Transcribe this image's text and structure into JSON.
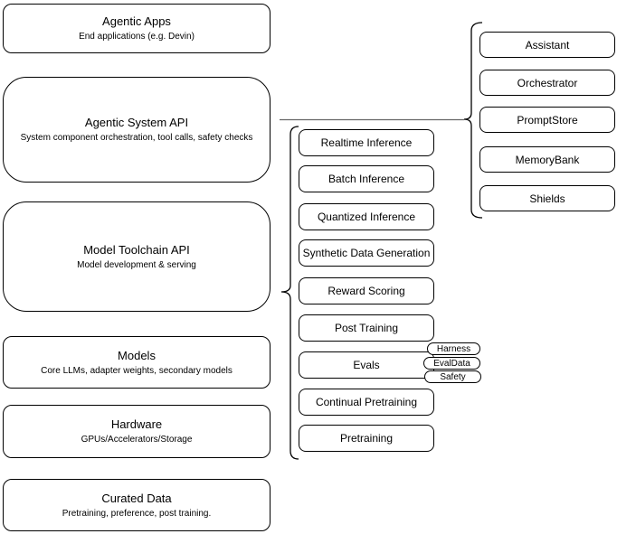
{
  "diagram": {
    "left_column": [
      {
        "title": "Agentic Apps",
        "subtitle": "End applications (e.g. Devin)"
      },
      {
        "title": "Agentic System API",
        "subtitle": "System component orchestration, tool calls, safety checks"
      },
      {
        "title": "Model Toolchain API",
        "subtitle": "Model development & serving"
      },
      {
        "title": "Models",
        "subtitle": "Core LLMs, adapter weights, secondary models"
      },
      {
        "title": "Hardware",
        "subtitle": "GPUs/Accelerators/Storage"
      },
      {
        "title": "Curated Data",
        "subtitle": "Pretraining, preference, post training."
      }
    ],
    "toolchain_components": [
      "Realtime Inference",
      "Batch Inference",
      "Quantized Inference",
      "Synthetic Data Generation",
      "Reward Scoring",
      "Post Training",
      "Evals",
      "Continual Pretraining",
      "Pretraining"
    ],
    "eval_tags": [
      "Harness",
      "EvalData",
      "Safety"
    ],
    "system_components": [
      "Assistant",
      "Orchestrator",
      "PromptStore",
      "MemoryBank",
      "Shields"
    ],
    "colors": {
      "stroke": "#000000",
      "fill": "#ffffff",
      "connector": "#666666",
      "background": "#ffffff"
    }
  }
}
